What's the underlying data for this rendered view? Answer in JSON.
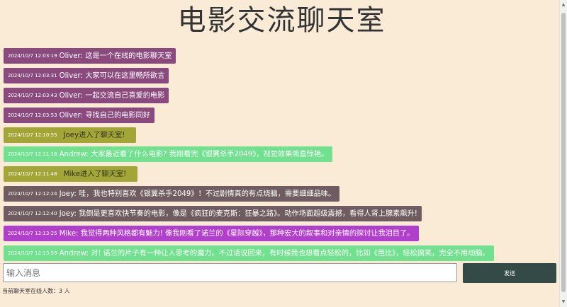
{
  "title": "电影交流聊天室",
  "messages": [
    {
      "time": "2024/10/7 12:03:19",
      "text": "Oliver: 这是一个在线的电影聊天室",
      "color": "#8a4a7e",
      "type": "message"
    },
    {
      "time": "2024/10/7 12:03:31",
      "text": "Oliver: 大家可以在这里畅所欲言",
      "color": "#8a4a7e",
      "type": "message"
    },
    {
      "time": "2024/10/7 12:03:43",
      "text": "Oliver: 一起交流自己喜爱的电影",
      "color": "#8a4a7e",
      "type": "message"
    },
    {
      "time": "2024/10/7 12:03:53",
      "text": "Oliver: 寻找自己的电影同好",
      "color": "#8a4a7e",
      "type": "message"
    },
    {
      "time": "2024/10/7 12:10:55",
      "text": "Joey进入了聊天室!",
      "color": "#a3a636",
      "type": "join"
    },
    {
      "time": "2024/10/7 12:11:16",
      "text": "Andrew: 大家最近看了什么电影? 我刚看完《银翼杀手2049》，视觉效果简直惊艳。",
      "color": "#71e08f",
      "type": "message"
    },
    {
      "time": "2024/10/7 12:11:48",
      "text": "Mike进入了聊天室!",
      "color": "#a3a636",
      "type": "join"
    },
    {
      "time": "2024/10/7 12:12:24",
      "text": "Joey: 哇，我也特别喜欢《银翼杀手2049》！不过剧情真的有点烧脑，需要细细品味。",
      "color": "#6e5c60",
      "type": "message"
    },
    {
      "time": "2024/10/7 12:12:40",
      "text": "Joey: 我倒是更喜欢快节奏的电影，像是《疯狂的麦克斯：狂暴之路》。动作场面超级震撼，看得人肾上腺素飙升!",
      "color": "#6e5c60",
      "type": "message"
    },
    {
      "time": "2024/10/7 12:13:25",
      "text": "Mike: 我觉得两种风格都有魅力! 像我刚看了诺兰的《星际穿越》，那种宏大的叙事和对亲情的探讨让我泪目了。",
      "color": "#b23fcc",
      "type": "message"
    },
    {
      "time": "2024/10/7 12:13:59",
      "text": "Andrew: 对! 诺兰的片子有一种让人思考的魔力。不过话说回来，有时候我也想看点轻松的，比如《芭比》，轻松搞笑，完全不用动脑。",
      "color": "#71e08f",
      "type": "message"
    }
  ],
  "input": {
    "placeholder": "输入消息",
    "value": ""
  },
  "send_label": "发送",
  "online_text": "当前聊天室在线人数：3 人"
}
